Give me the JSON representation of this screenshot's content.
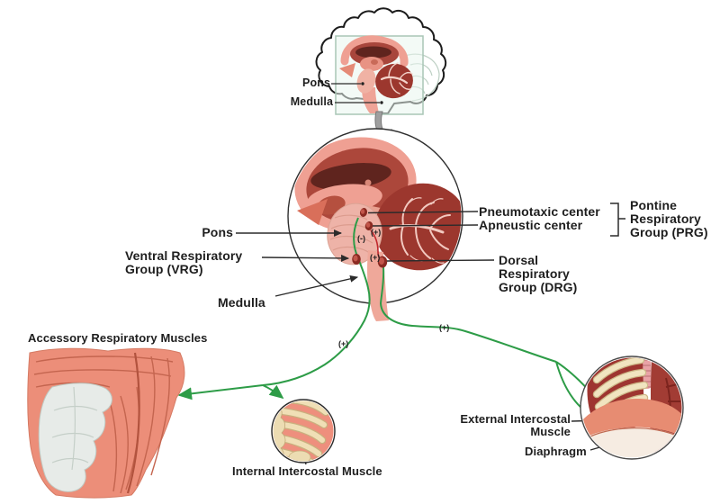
{
  "inset": {
    "pons": "Pons",
    "medulla": "Medulla"
  },
  "magnified": {
    "pneumotaxic": "Pneumotaxic center",
    "apneustic": "Apneustic center",
    "prg": "Pontine\nRespiratory\nGroup (PRG)",
    "pons": "Pons",
    "vrg": "Ventral Respiratory\nGroup (VRG)",
    "medulla": "Medulla",
    "drg": "Dorsal\nRespiratory\nGroup (DRG)"
  },
  "signals": {
    "inhibit": "(-)",
    "excite_pontine": "(+)",
    "excite_medullary": "(+)",
    "excite_left": "(+)",
    "excite_right": "(+)"
  },
  "effectors": {
    "accessory": "Accessory Respiratory Muscles",
    "internal_intercostal": "Internal Intercostal Muscle",
    "external_intercostal": "External Intercostal\nMuscle",
    "diaphragm": "Diaphragm"
  },
  "colors": {
    "pathway_green": "#2d9c47",
    "pathway_red": "#c1272d",
    "label_line": "#2b2b2b",
    "cortex": "#efa093",
    "brain_interior": "#ac473b",
    "corpus_callosum": "#5f241e",
    "pons": "#eeb3a8",
    "cerebellum": "#9c372e",
    "arbor_vitae": "#f2c9c0",
    "center_dot": "#8a2a22",
    "muscle": "#ec8e79",
    "bone": "#ecdcb2",
    "diaphragm": "#e78c72",
    "inset_box": "#a9c6b6"
  }
}
